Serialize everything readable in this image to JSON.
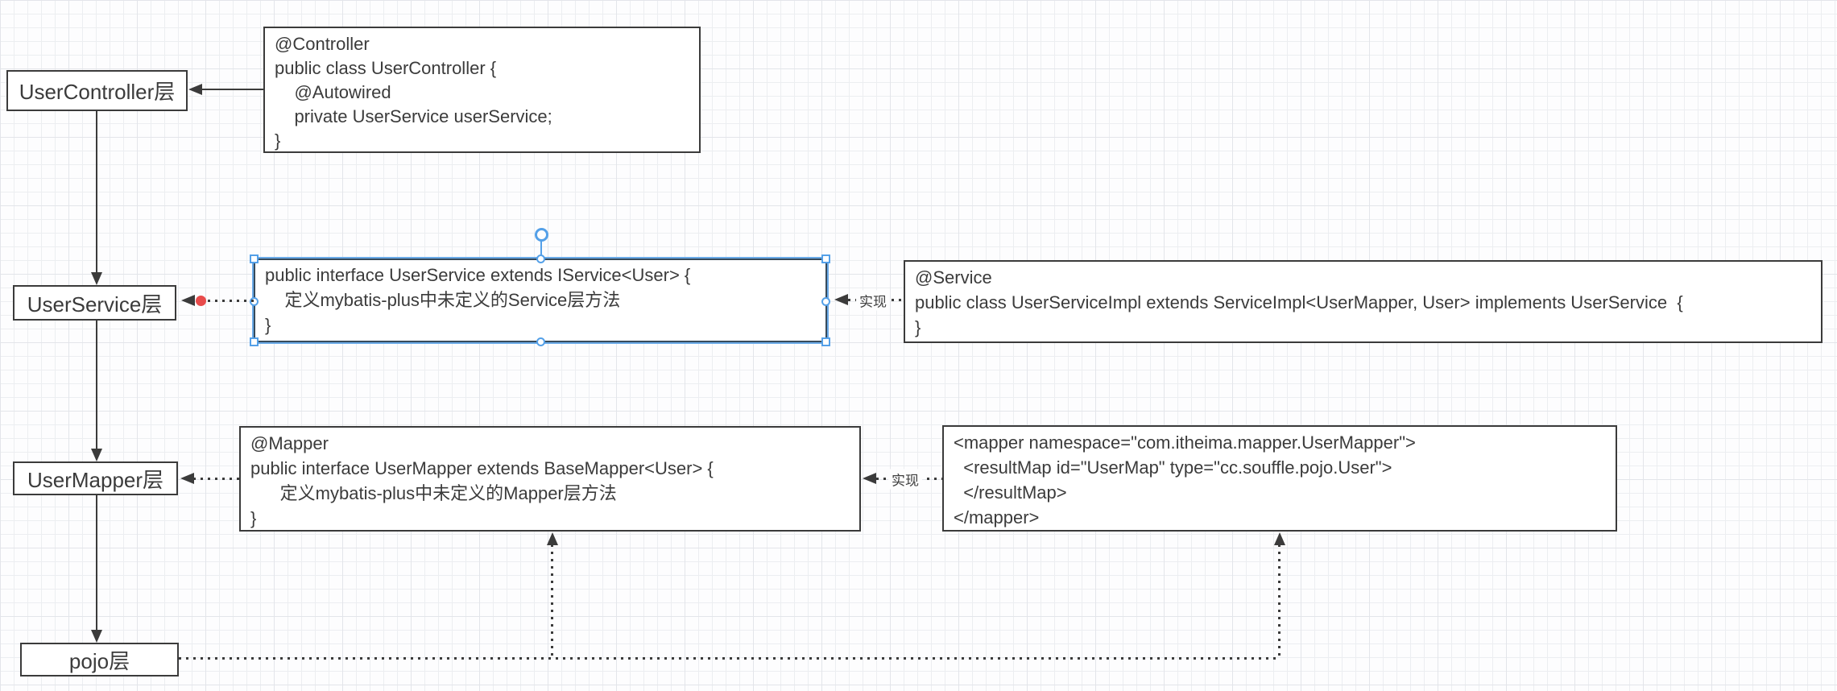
{
  "diagram": {
    "layers": {
      "controller": "UserController层",
      "service": "UserService层",
      "mapper": "UserMapper层",
      "pojo": "pojo层"
    },
    "code": {
      "controller": {
        "lines": [
          "@Controller",
          "public class UserController {",
          "    @Autowired",
          "    private UserService userService;",
          "}"
        ]
      },
      "service_interface": {
        "selected": true,
        "lines": [
          "public interface UserService extends IService<User> {",
          "    定义mybatis-plus中未定义的Service层方法",
          "}"
        ]
      },
      "service_impl": {
        "lines": [
          "@Service",
          "public class UserServiceImpl extends ServiceImpl<UserMapper, User> implements UserService  {",
          "}"
        ]
      },
      "mapper_interface": {
        "lines": [
          "@Mapper",
          "public interface UserMapper extends BaseMapper<User> {",
          "      定义mybatis-plus中未定义的Mapper层方法",
          "}"
        ]
      },
      "mapper_xml": {
        "lines": [
          "<mapper namespace=\"com.itheima.mapper.UserMapper\">",
          "  <resultMap id=\"UserMap\" type=\"cc.souffle.pojo.User\">",
          "  </resultMap>",
          "</mapper>"
        ]
      }
    },
    "edge_labels": {
      "implements_service": "实现",
      "implements_mapper": "实现"
    },
    "colors": {
      "stroke": "#3b3b3b",
      "selection_blue": "#54a0e8",
      "connection_point_red": "#e84b4b",
      "grid_line": "#eceef1",
      "canvas_bg": "#fdfdfe"
    }
  }
}
